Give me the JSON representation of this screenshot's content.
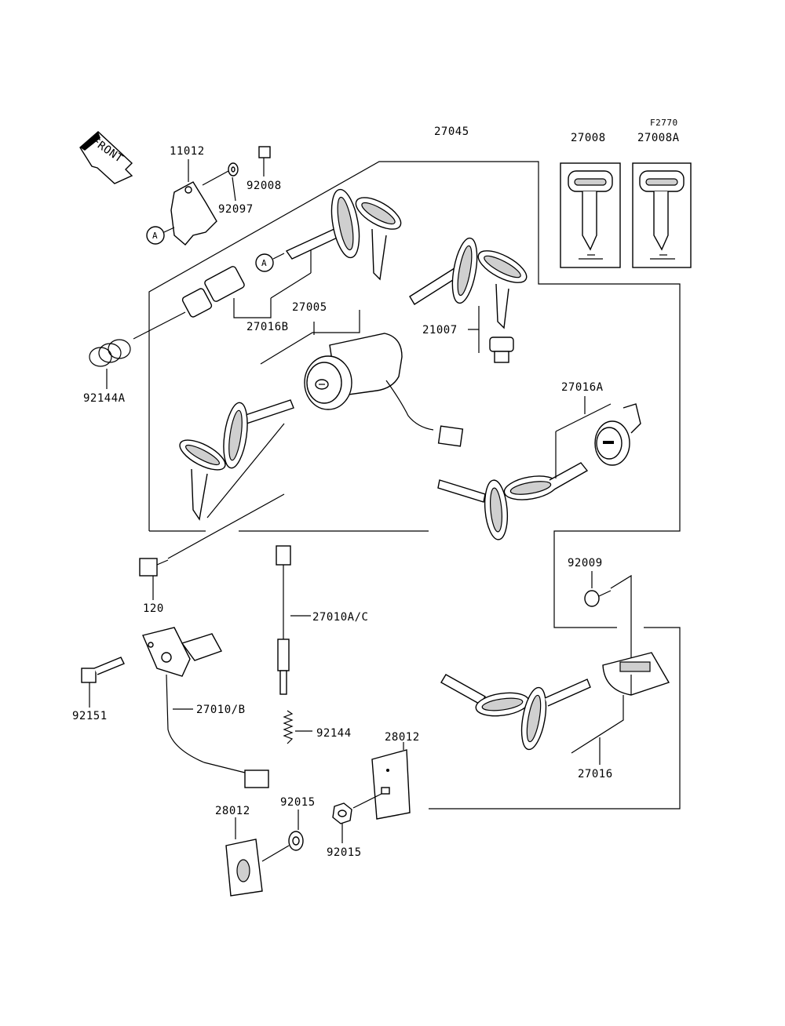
{
  "diagram": {
    "figure_code": "F2770",
    "front_label": "FRONT",
    "callout_letter": "A",
    "parts": {
      "p27045": "27045",
      "p27008": "27008",
      "p27008A": "27008A",
      "p11012": "11012",
      "p92008": "92008",
      "p92097": "92097",
      "p27016B": "27016B",
      "p27005": "27005",
      "p21007": "21007",
      "p92144A": "92144A",
      "p27016A": "27016A",
      "p120": "120",
      "p92009": "92009",
      "p27010AC": "27010A/C",
      "p92151": "92151",
      "p27010B": "27010/B",
      "p92144": "92144",
      "p28012a": "28012",
      "p28012b": "28012",
      "p92015a": "92015",
      "p92015b": "92015",
      "p27016": "27016"
    }
  }
}
